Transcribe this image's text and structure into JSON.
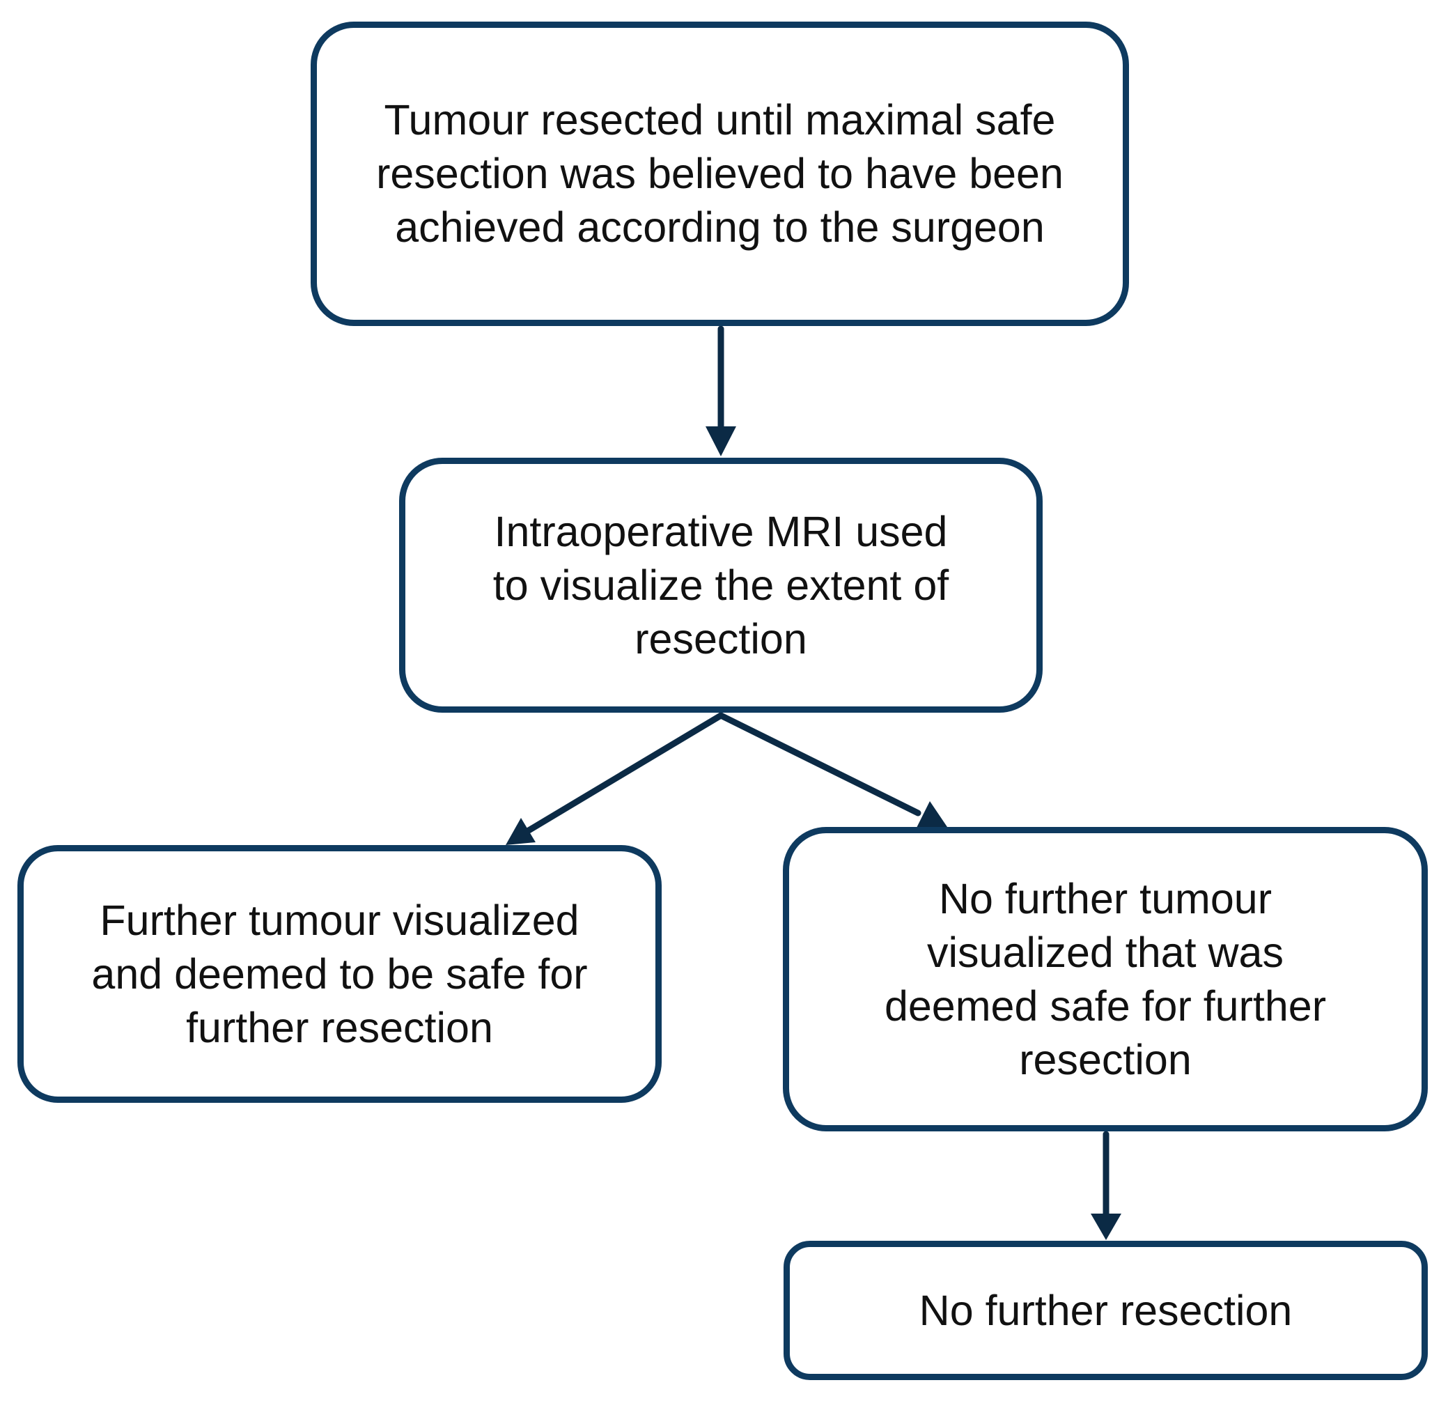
{
  "colors": {
    "border": "#0e3a5f",
    "connector": "#0b2a45",
    "text": "#111111",
    "background": "#ffffff"
  },
  "nodes": {
    "start": {
      "label": "Tumour resected until maximal safe resection was believed to have been achieved according to the surgeon"
    },
    "mri": {
      "label": "Intraoperative MRI used to visualize the extent of resection"
    },
    "further_tumour": {
      "label": "Further tumour visualized and deemed to be safe for further resection"
    },
    "no_further_tumour": {
      "label": "No further tumour visualized that was deemed safe for further resection"
    },
    "no_further_resection": {
      "label": "No further resection"
    }
  }
}
